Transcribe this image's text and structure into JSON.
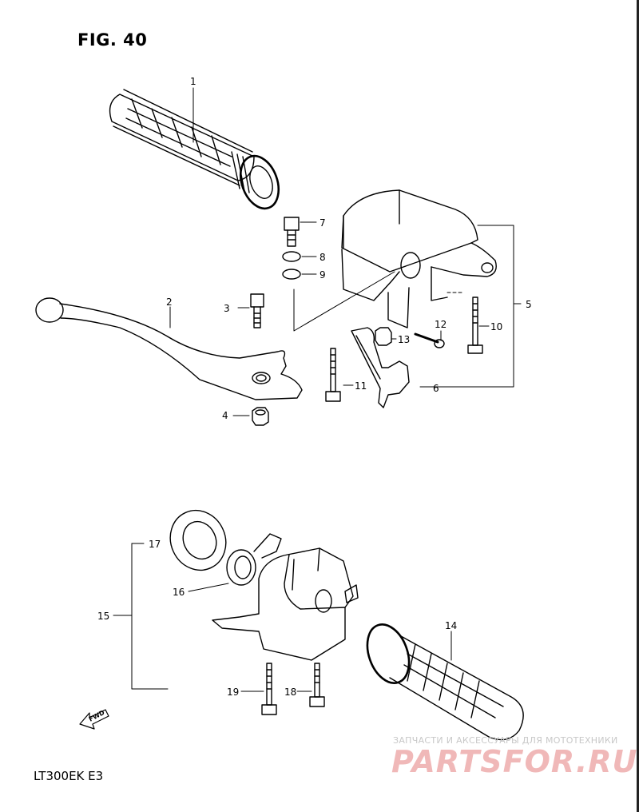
{
  "figure": {
    "title": "FIG. 40",
    "model": "LT300EK  E3"
  },
  "callouts": [
    {
      "id": "c1",
      "label": "1"
    },
    {
      "id": "c2",
      "label": "2"
    },
    {
      "id": "c3",
      "label": "3"
    },
    {
      "id": "c4",
      "label": "4"
    },
    {
      "id": "c5",
      "label": "5"
    },
    {
      "id": "c6",
      "label": "6"
    },
    {
      "id": "c7",
      "label": "7"
    },
    {
      "id": "c8",
      "label": "8"
    },
    {
      "id": "c9",
      "label": "9"
    },
    {
      "id": "c10",
      "label": "10"
    },
    {
      "id": "c11",
      "label": "11"
    },
    {
      "id": "c12",
      "label": "12"
    },
    {
      "id": "c13",
      "label": "13"
    },
    {
      "id": "c14",
      "label": "14"
    },
    {
      "id": "c15",
      "label": "15"
    },
    {
      "id": "c16",
      "label": "16"
    },
    {
      "id": "c17",
      "label": "17"
    },
    {
      "id": "c18",
      "label": "18"
    },
    {
      "id": "c19",
      "label": "19"
    }
  ],
  "fwd_arrow": "FWD",
  "watermark": {
    "tagline": "ЗАПЧАСТИ И АКСЕССУАРЫ ДЛЯ МОТОТЕХНИКИ",
    "logo": "PARTSFOR.RU"
  }
}
